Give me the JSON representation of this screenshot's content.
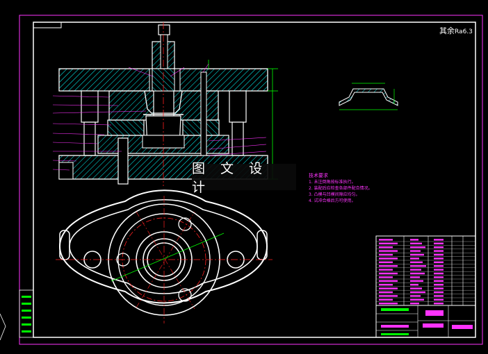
{
  "watermark": {
    "text": "图 文 设 计"
  },
  "roughness": {
    "label": "其余",
    "value": "Ra6.3"
  },
  "tech_notes": {
    "title": "技术要求",
    "items": [
      "1. 未注倒角按标准执行。",
      "2. 装配后应检查各部件配合情况。",
      "3. 凸模与凹模间隙应均匀。",
      "4. 试冲合格后方可使用。"
    ]
  },
  "colors": {
    "outline": "#ffffff",
    "hatch": "#00ffff",
    "border": "#ff33ff",
    "center": "#ff2020",
    "dimension": "#00ff00",
    "leader": "#ff33ff"
  }
}
